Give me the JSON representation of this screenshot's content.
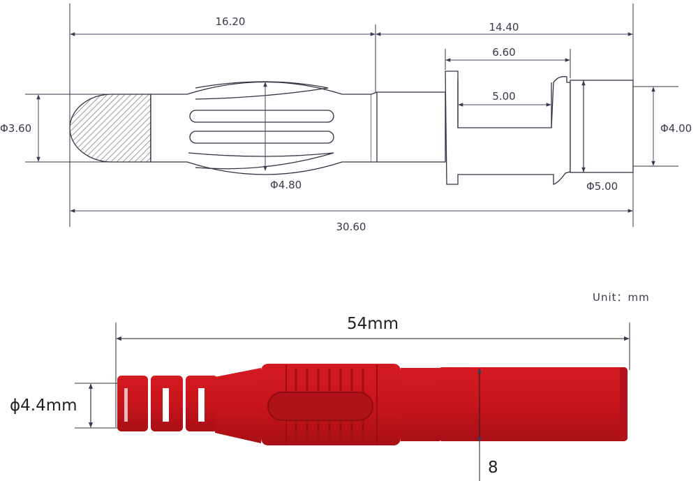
{
  "top_drawing": {
    "dim_left_length": "16.20",
    "dim_right_length": "14.40",
    "dim_flange_outer": "6.60",
    "dim_flange_inner": "5.00",
    "dim_tip_diameter": "Φ3.60",
    "dim_spring_diameter": "Φ4.80",
    "dim_body_diameter": "Φ4.00",
    "dim_rear_diameter": "Φ5.00",
    "dim_total_length": "30.60"
  },
  "unit_note": "Unit：mm",
  "bottom_drawing": {
    "dim_length": "54mm",
    "dim_diameter": "ϕ4.4mm",
    "dim_rear": "8",
    "body_color": "#c8141c",
    "body_shade": "#a80f16"
  },
  "colors": {
    "line": "#333344",
    "dim_line": "#444466"
  }
}
